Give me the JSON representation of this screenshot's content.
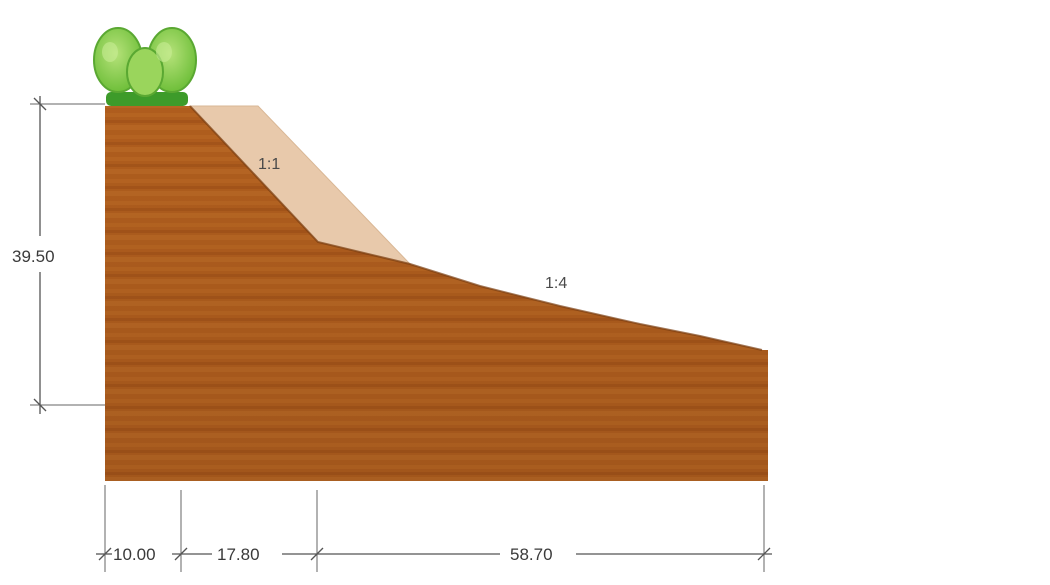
{
  "diagram": {
    "colors": {
      "soil": "#b8621f",
      "soil_dark": "#8f4a16",
      "soil_light": "#c9772f",
      "cut_fill": "#e8c9ab",
      "tree": "#8fd14f",
      "tree_dark": "#5aa832",
      "grass": "#3d9b2a"
    },
    "slope_upper": "1:1",
    "slope_lower": "1:4",
    "height_dimension": "39.50",
    "bottom_dimensions": [
      "10.00",
      "17.80",
      "58.70"
    ],
    "decorations": [
      "tree-icon"
    ]
  }
}
